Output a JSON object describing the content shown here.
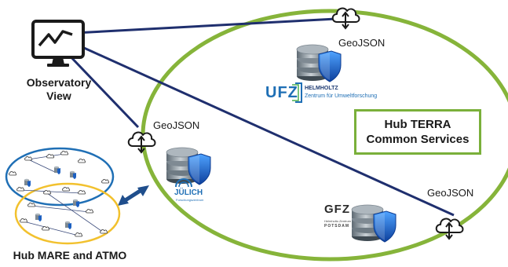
{
  "observatory": {
    "label_line1": "Observatory",
    "label_line2": "View"
  },
  "geojson_labels": [
    "GeoJSON",
    "GeoJSON",
    "GeoJSON"
  ],
  "hub_terra": {
    "line1": "Hub TERRA",
    "line2": "Common Services"
  },
  "hub_mare_atmo": {
    "label": "Hub MARE and ATMO"
  },
  "logos": {
    "ufz": {
      "mark": "UFZ",
      "org": "HELMHOLTZ",
      "subtitle": "Zentrum für Umweltforschung"
    },
    "julich": {
      "mark": "JÜLICH",
      "subtitle": "Forschungszentrum"
    },
    "gfz": {
      "mark": "GFZ",
      "subtitle_line1": "Helmholtz-Zentrum",
      "subtitle_line2": "POTSDAM"
    }
  },
  "colors": {
    "ellipse_green": "#86b43a",
    "line_navy": "#1f2f6e",
    "cloud_icon": "#1a1a1a",
    "db_shield_blue": "#1b5fc1",
    "mini_ellipse_blue": "#1f6fb5",
    "mini_ellipse_yellow": "#f2c12e",
    "arrow_blue": "#1f4e8c"
  }
}
